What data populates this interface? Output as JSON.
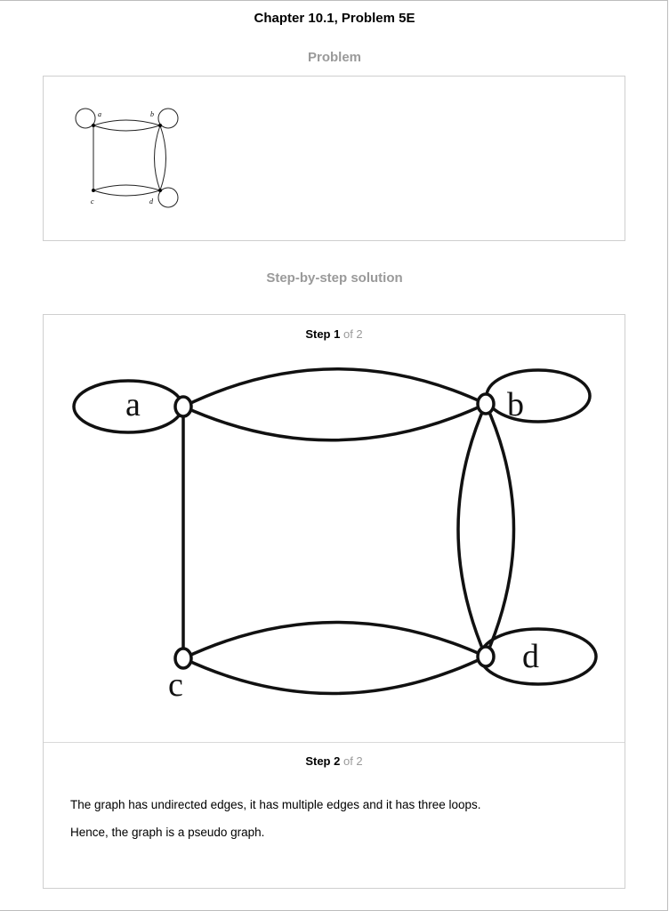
{
  "header": {
    "title": "Chapter 10.1, Problem 5E"
  },
  "problem": {
    "heading": "Problem",
    "graph_labels": [
      "a",
      "b",
      "c",
      "d"
    ]
  },
  "solution": {
    "heading": "Step-by-step solution",
    "steps": [
      {
        "word": "Step 1",
        "of": "of 2",
        "graph_labels": [
          "a",
          "b",
          "c",
          "d"
        ]
      },
      {
        "word": "Step 2",
        "of": "of 2",
        "lines": [
          "The graph has undirected edges, it has multiple edges and it has three loops.",
          "Hence, the graph is a pseudo graph."
        ]
      }
    ]
  }
}
